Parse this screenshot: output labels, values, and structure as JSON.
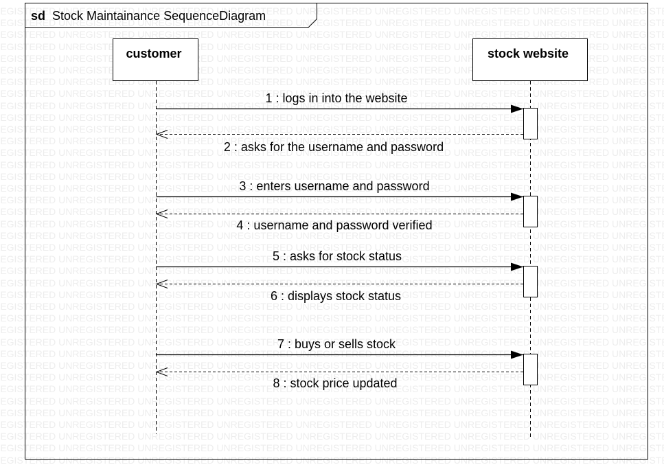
{
  "frame": {
    "keyword": "sd",
    "title": "Stock Maintainance SequenceDiagram"
  },
  "watermark": "UNREGISTERED",
  "lifelines": [
    {
      "id": "customer",
      "label": "customer"
    },
    {
      "id": "stock-website",
      "label": "stock website"
    }
  ],
  "messages": [
    {
      "label": "1 : logs in into the website",
      "kind": "call"
    },
    {
      "label": "2 : asks for the username and password",
      "kind": "return"
    },
    {
      "label": "3 : enters username and password",
      "kind": "call"
    },
    {
      "label": "4 : username and password verified",
      "kind": "return"
    },
    {
      "label": "5 : asks for stock status",
      "kind": "call"
    },
    {
      "label": "6 : displays stock status",
      "kind": "return"
    },
    {
      "label": "7 : buys or sells stock",
      "kind": "call"
    },
    {
      "label": "8 : stock price updated",
      "kind": "return"
    }
  ],
  "colors": {
    "line": "#000000",
    "background": "#ffffff",
    "watermark": "#ededed"
  }
}
